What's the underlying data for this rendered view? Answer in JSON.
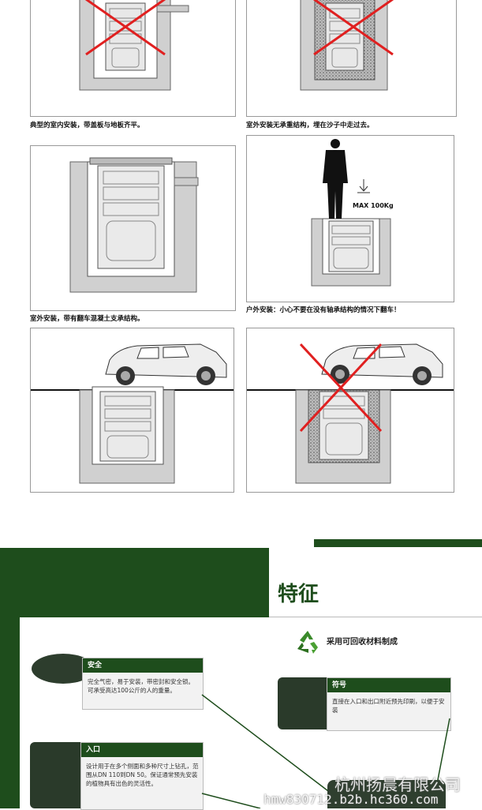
{
  "captions": {
    "c1": "典型的室内安装，带盖板与地板齐平。",
    "c2": "室外安装无承重结构，埋在沙子中走过去。",
    "c3": "室外安装，带有翻车混凝土支承结构。",
    "c4": "户外安装：小心不要在没有轴承结构的情况下翻车！"
  },
  "load_label": "MAX 100Kg",
  "features": {
    "title": "特征",
    "recycle_text": "采用可回收材料制成",
    "box1": {
      "title": "安全",
      "text": "完全气密，易于安装，带密封和安全锁。可承受高达100公斤的人的重量。"
    },
    "box2": {
      "title": "入口",
      "text": "设计用于在多个侧面和多种尺寸上钻孔，范围从DN 110到DN 50。保证通常预先安装的植物具有出色的灵活性。"
    },
    "box3": {
      "title": "符号",
      "text": "直接在入口和出口附近预先印刷，以便于安装"
    }
  },
  "watermark": {
    "line1": "杭州扬晨有限公司",
    "line2": "hmw830712.b2b.hc360.com"
  },
  "colors": {
    "brand_green": "#1e4d1c",
    "cross_red": "#e02020"
  }
}
